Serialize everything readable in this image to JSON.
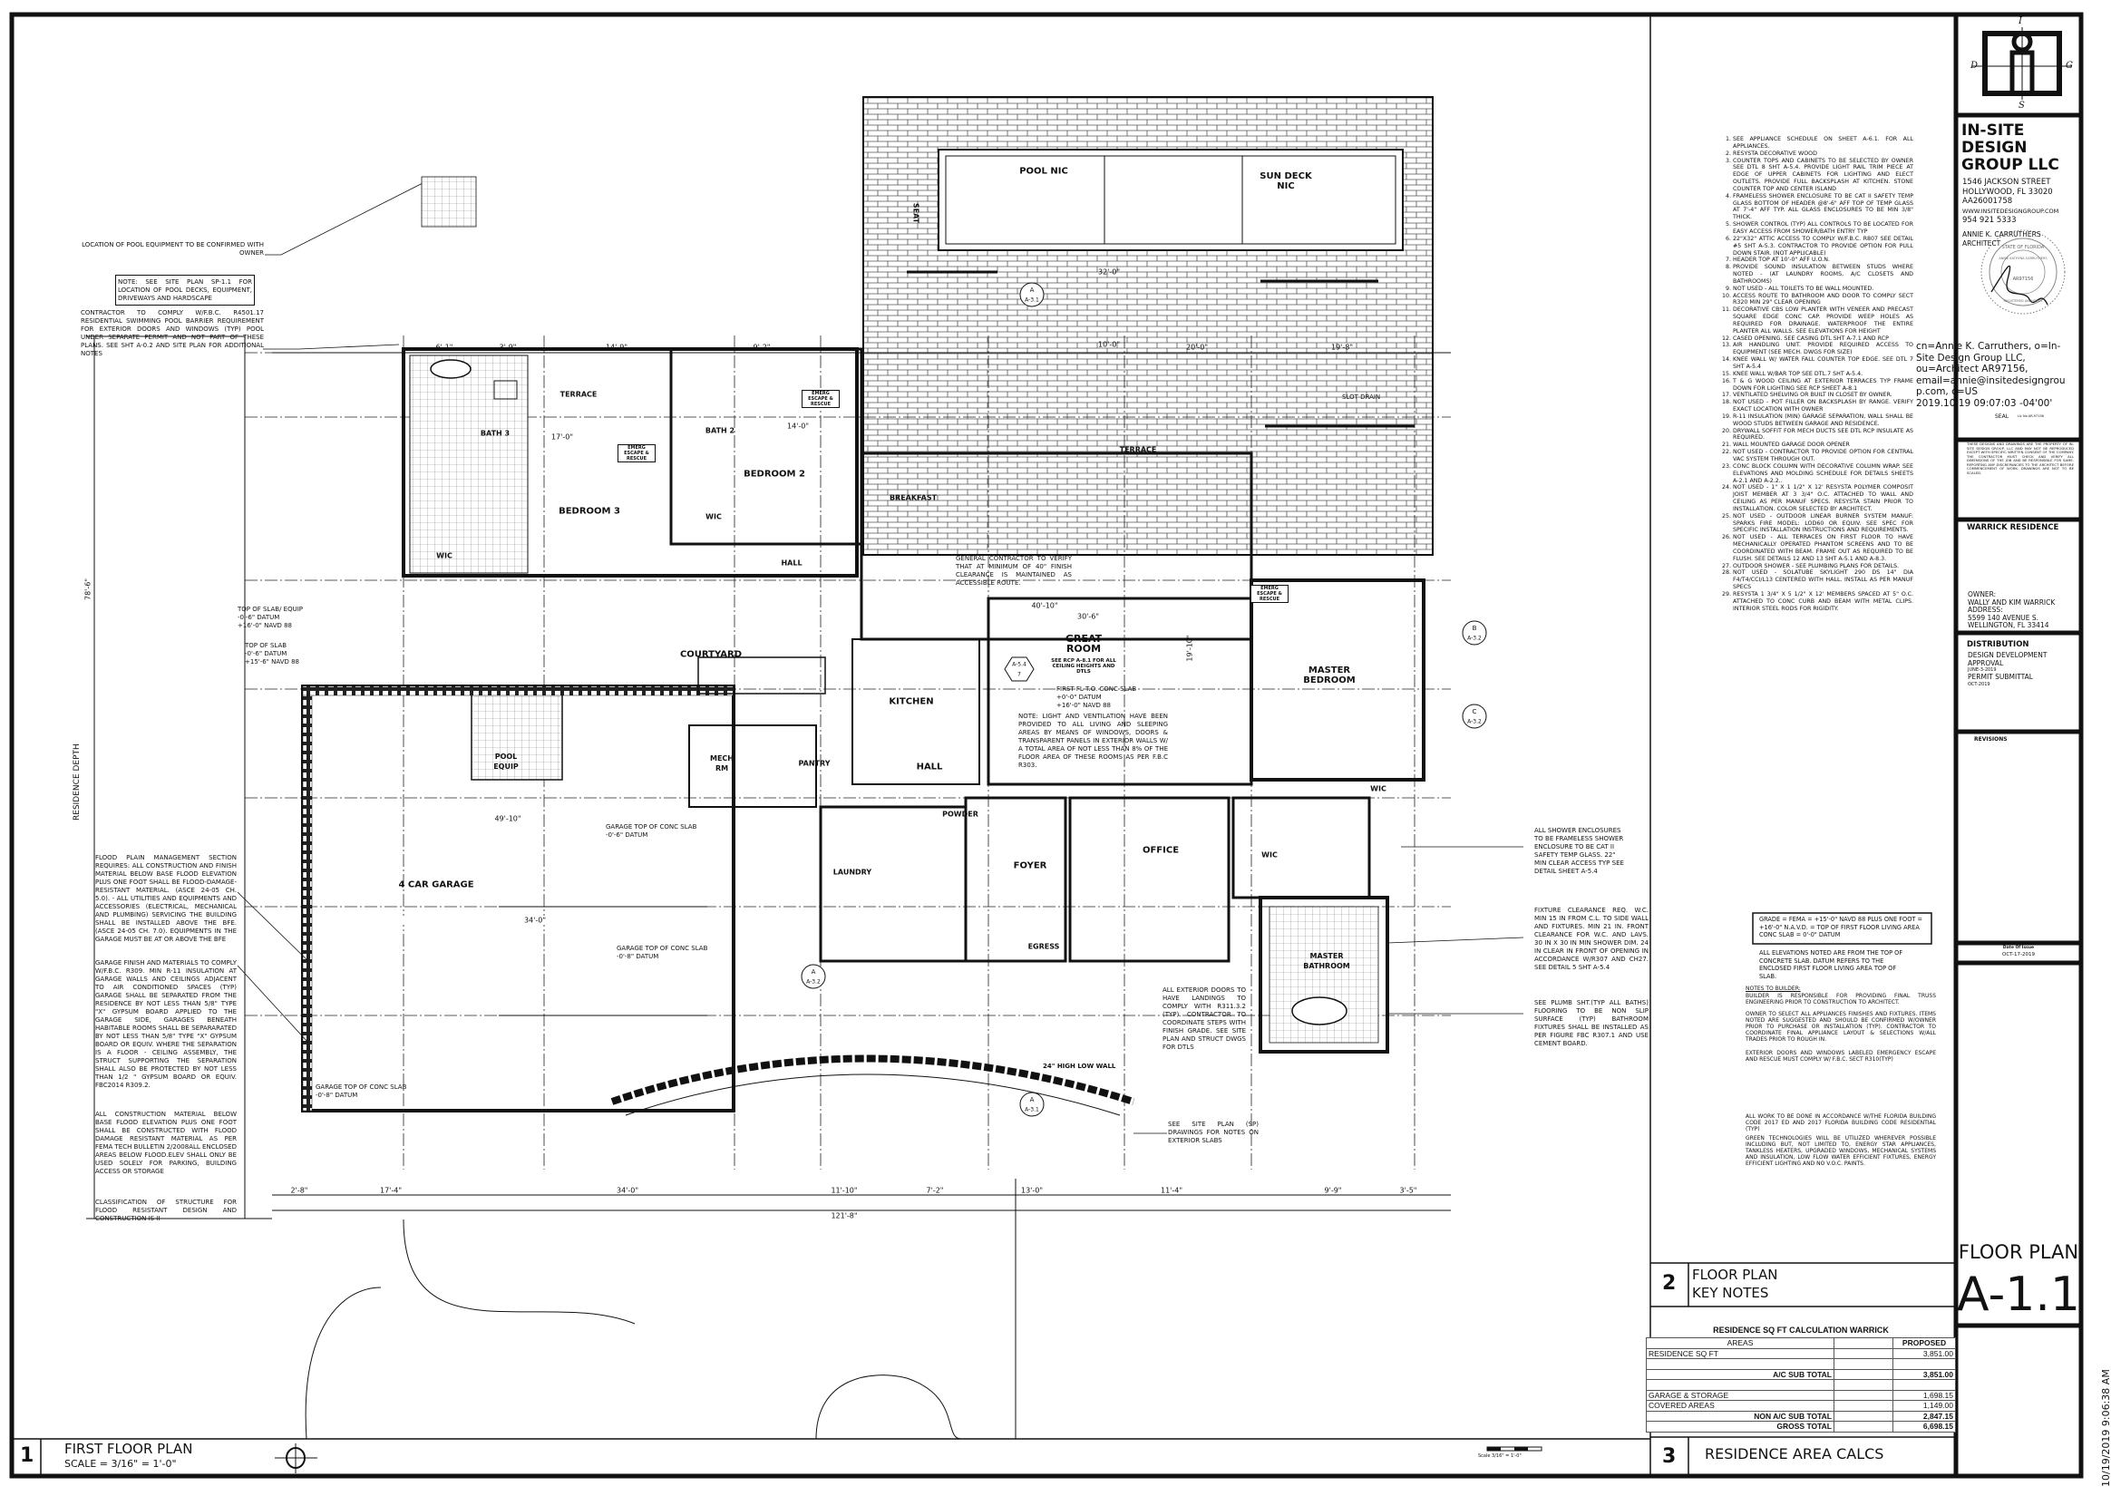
{
  "sheet": {
    "drawing_title": "FIRST FLOOR PLAN",
    "drawing_number": "1",
    "scale": "SCALE = 3/16\" = 1'-0\"",
    "key_notes_number": "2",
    "key_notes_title_1": "FLOOR PLAN",
    "key_notes_title_2": "KEY NOTES",
    "area_calcs_number": "3",
    "area_calcs_title": "RESIDENCE AREA CALCS",
    "timestamp": "10/19/2019 9:06:38 AM",
    "scale_bar_label": "Scale 3/16\" = 1'-0\""
  },
  "title_block": {
    "logo_letters": {
      "top": "I",
      "left": "D",
      "right": "G",
      "bottom": "S"
    },
    "firm_name": [
      "IN-SITE",
      "DESIGN",
      "GROUP LLC"
    ],
    "address_1": "1546 JACKSON STREET",
    "address_2": "HOLLYWOOD, FL 33020",
    "license": "AA26001758",
    "website": "WWW.INSITEDESIGNGROUP.COM",
    "phone": "954 921 5333",
    "architect_1": "ANNIE K. CARRUTHERS",
    "architect_2": "ARCHITECT",
    "seal_state": "STATE OF FLORIDA",
    "seal_name": "ANNIE KATHYNA CARRUTHERS",
    "seal_number": "AR97156",
    "seal_bottom": "REGISTERED ARCHITECT",
    "seal_label": "SEAL",
    "seal_lic": "Lic No AR-97156",
    "digital_signature": [
      "cn=Annie K. Carruthers, o=In-",
      "Site Design Group LLC,",
      "ou=Architect AR97156,",
      "email=annie@insitedesigngrou",
      "p.com, c=US",
      "2019.10.19 09:07:03 -04'00'"
    ],
    "disclaimer": "These designs and drawings are the property of In-Site Design Group, LLC and may not be reproduced except with specific written consent of the company. The contractor must check and verify all dimensions of the job and be responsible for same. Reporting any discrepancies to the architect before commencement of work. Drawings are not to be scaled.",
    "project": "WARRICK RESIDENCE",
    "owner_label": "OWNER:",
    "owner": "WALLY AND KIM WARRICK",
    "address_label": "ADDRESS:",
    "project_address_1": "5599 140 AVENUE S.",
    "project_address_2": "WELLINGTON, FL 33414",
    "distribution_label": "DISTRIBUTION",
    "distribution": [
      {
        "label": "DESIGN DEVELOPMENT APPROVAL",
        "date": "JUNE-3-2019"
      },
      {
        "label": "PERMIT SUBMITTAL",
        "date": "OCT-2019"
      }
    ],
    "revisions_label": "REVISIONS",
    "date_of_issue_label": "Date Of Issue",
    "date_of_issue": "OCT-17-2019",
    "sheet_title": "FLOOR PLAN",
    "sheet_number": "A-1.1"
  },
  "key_notes": [
    "SEE APPLIANCE SCHEDULE ON SHEET A-6.1. FOR ALL APPLIANCES.",
    "RESYSTA DECORATIVE WOOD",
    "COUNTER TOPS AND CABINETS TO BE SELECTED BY OWNER SEE DTL 8 SHT A-5.4. PROVIDE LIGHT RAIL TRIM PIECE AT EDGE OF UPPER CABINETS FOR LIGHTING AND ELECT OUTLETS. PROVIDE FULL BACKSPLASH AT KITCHEN. STONE COUNTER TOP AND CENTER ISLAND",
    "FRAMELESS SHOWER ENCLOSURE TO BE CAT II SAFETY TEMP GLASS BOTTOM OF HEADER @8'-6\" AFF TOP OF TEMP GLASS AT 7'-4\" AFF TYP. ALL GLASS ENCLOSURES TO BE MIN 3/8\" THICK.",
    "SHOWER CONTROL (TYP) ALL CONTROLS TO BE LOCATED FOR EASY ACCESS FROM SHOWER/BATH ENTRY TYP",
    "22\"X32\" ATTIC ACCESS TO COMPLY W/F.B.C. R807 SEE DETAIL #5 SHT A-5.3. CONTRACTOR TO PROVIDE OPTION FOR PULL DOWN STAIR. (NOT APPLICABLE)",
    "HEADER TOP AT 10'-0\" AFF U.O.N.",
    "PROVIDE SOUND INSULATION BETWEEN STUDS WHERE NOTED - (AT LAUNDRY ROOMS, A/C CLOSETS AND BATHROOMS)",
    "NOT USED - ALL TOILETS TO BE WALL MOUNTED.",
    "ACCESS ROUTE TO BATHROOM AND DOOR TO COMPLY SECT R320 MIN 29\" CLEAR OPENING",
    "DECORATIVE CBS LOW PLANTER WITH VENEER AND PRECAST SQUARE EDGE CONC CAP. PROVIDE WEEP HOLES AS REQUIRED FOR DRAINAGE. WATERPROOF THE ENTIRE PLANTER ALL WALLS. SEE ELEVATIONS FOR HEIGHT",
    "CASED OPENING. SEE CASING DTL SHT A-7.1 AND RCP",
    "AIR HANDLING UNIT. PROVIDE REQUIRED ACCESS TO EQUIPMENT (SEE MECH. DWGS FOR SIZE)",
    "KNEE WALL W/ WATER FALL COUNTER TOP EDGE. SEE DTL 7 SHT A-5.4",
    "KNEE WALL W/BAR TOP SEE DTL.7 SHT A-5.4.",
    "T & G WOOD CEILING AT EXTERIOR TERRACES TYP FRAME DOWN FOR LIGHTING SEE RCP SHEET A-8.1",
    "VENTILATED SHELVING OR BUILT IN CLOSET BY OWNER.",
    "NOT USED - POT FILLER ON BACKSPLASH BY RANGE. VERIFY EXACT LOCATION WITH OWNER",
    "R-11 INSULATION (MIN) GARAGE SEPARATION, WALL SHALL BE WOOD STUDS BETWEEN GARAGE AND RESIDENCE.",
    "DRYWALL SOFFIT FOR MECH DUCTS SEE DTL RCP INSULATE AS REQUIRED.",
    "WALL MOUNTED GARAGE DOOR OPENER",
    "NOT USED - CONTRACTOR TO PROVIDE OPTION FOR CENTRAL VAC SYSTEM THROUGH OUT.",
    "CONC BLOCK COLUMN WITH DECORATIVE COLUMN WRAP. SEE ELEVATIONS AND MOLDING SCHEDULE FOR DETAILS SHEETS A-2.1 AND A-2.2..",
    "NOT USED - 1\" X 1 1/2\" X 12' RESYSTA POLYMER COMPOSIT JOIST MEMBER AT 3 3/4\" O.C. ATTACHED TO WALL AND CEILING AS PER MANUF SPECS. RESYSTA STAIN PRIOR TO INSTALLATION. COLOR SELECTED BY ARCHITECT.",
    "NOT USED - OUTDOOR LINEAR BURNER SYSTEM MANUF: SPARKS FIRE MODEL: LOD60 OR EQUIV. SEE SPEC FOR SPECIFIC INSTALLATION INSTRUCTIONS AND REQUIREMENTS.",
    "NOT USED - ALL TERRACES ON FIRST FLOOR TO HAVE MECHANICALLY OPERATED PHANTOM SCREENS AND TO BE COORDINATED WITH BEAM. FRAME OUT AS REQUIRED TO BE FLUSH. SEE DETAILS 12 AND 13 SHT A-5.1 AND A-8.3.",
    "OUTDOOR SHOWER - SEE PLUMBING PLANS FOR DETAILS.",
    "NOT USED - SOLATUBE SKYLIGHT 290 DS 14\" DIA F4/T4/CCI/L13 CENTERED WITH HALL. INSTALL AS PER MANUF SPECS",
    "RESYSTA 1 3/4\" X 5 1/2\" X 12' MEMBERS SPACED AT 5\" O.C. ATTACHED TO CONC CURB AND BEAM WITH METAL CLIPS. INTERIOR STEEL RODS FOR RIGIDITY."
  ],
  "general_notes": {
    "datum_box": "GRADE = FEMA = +15'-0\" NAVD 88 PLUS ONE FOOT = +16'-0\" N.A.V.D. = TOP OF FIRST FLOOR LIVING AREA CONC SLAB = 0'-0\" DATUM",
    "elevations": "ALL ELEVATIONS NOTED ARE FROM THE TOP OF CONCRETE SLAB. DATUM REFERS TO THE ENCLOSED FIRST FLOOR LIVING AREA TOP OF SLAB.",
    "builder_heading": "NOTES TO BUILDER:",
    "builder_1": "BUILDER IS RESPONSIBLE FOR PROVIDING FINAL TRUSS ENGINEERING PRIOR TO CONSTRUCTION TO ARCHITECT.",
    "builder_2": "OWNER TO SELECT ALL APPLIANCES FINISHES AND FIXTURES. ITEMS NOTED ARE SUGGESTED AND SHOULD BE CONFIRMED W/OWNER PRIOR TO PURCHASE OR INSTALLATION (TYP). CONTRACTOR TO COORDINATE FINAL APPLIANCE LAYOUT & SELECTIONS W/ALL TRADES PRIOR TO ROUGH IN.",
    "builder_3": "EXTERIOR DOORS AND WINDOWS LABELED EMERGENCY ESCAPE AND RESCUE MUST COMPLY W/ F.B.C. SECT R310(TYP)",
    "code": "ALL WORK TO BE DONE IN ACCORDANCE W/THE FLORIDA BUILDING CODE 2017 ED AND 2017 FLORIDA BUILDING CODE RESIDENTIAL (TYP)",
    "green": "GREEN TECHNOLOGIES WILL BE UTILIZED WHEREVER POSSIBLE INCLUDING BUT, NOT LIMITED TO, ENERGY STAR APPLIANCES, TANKLESS HEATERS, UPGRADED WINDOWS, MECHANICAL SYSTEMS AND INSULATION, LOW FLOW WATER EFFICIENT FIXTURES, ENERGY EFFICIENT LIGHTING AND NO V.O.C. PAINTS."
  },
  "plan_notes": {
    "pool_equipment": "LOCATION OF POOL EQUIPMENT TO BE CONFIRMED WITH OWNER",
    "site_plan_box": "NOTE: SEE SITE PLAN SP-1.1 FOR LOCATION OF POOL DECKS, EQUIPMENT, DRIVEWAYS AND HARDSCAPE",
    "pool_barrier": "CONTRACTOR TO COMPLY W/F.B.C. R4501.17 RESIDENTIAL SWIMMING POOL BARRIER REQUIREMENT FOR EXTERIOR DOORS AND WINDOWS (TYP) POOL UNDER SEPARATE PERMIT AND NOT PART OF THESE PLANS. SEE SHT A-0.2 AND SITE PLAN FOR ADDITIONAL NOTES",
    "flood_plain": "FLOOD PLAIN MANAGEMENT SECTION REQUIRES: ALL CONSTRUCTION AND FINISH MATERIAL BELOW BASE FLOOD ELEVATION PLUS ONE FOOT SHALL BE FLOOD-DAMAGE- RESISTANT MATERIAL. (ASCE 24-05 CH. 5.0). - ALL UTILITIES AND EQUIPMENTS AND ACCESSORIES (ELECTRICAL, MECHANICAL AND PLUMBING) SERVICING THE BUILDING SHALL BE INSTALLED ABOVE THE BFE. (ASCE 24-05 CH. 7.0). EQUIPMENTS IN THE GARAGE MUST BE AT OR ABOVE THE BFE",
    "garage_finish": "GARAGE FINISH AND MATERIALS TO COMPLY W/F.B.C. R309. MIN R-11 INSULATION AT GARAGE WALLS AND CEILINGS ADJACENT TO AIR CONDITIONED SPACES (TYP) GARAGE SHALL BE SEPARATED FROM THE RESIDENCE BY NOT LESS THAN 5/8\" TYPE \"X\" GYPSUM BOARD APPLIED TO THE GARAGE SIDE, GARAGES BENEATH HABITABLE ROOMS SHALL BE SEPARARATED BY NOT LESS THAN 5/8\" TYPE \"X\" GYPSUM BOARD OR EQUIV. WHERE THE SEPARATION IS A FLOOR - CEILING ASSEMBLY, THE STRUCT SUPPORTING THE SEPARATION SHALL ALSO BE PROTECTED BY NOT LESS THAN 1/2 \" GYPSUM BOARD OR EQUIV. FBC2014 R309.2.",
    "flood_material": "ALL CONSTRUCTION MATERIAL BELOW BASE FLOOD ELEVATION PLUS ONE FOOT SHALL BE CONSTRUCTED WITH FLOOD DAMAGE RESISTANT MATERIAL AS PER FEMA TECH BULLETIN 2/2008ALL ENCLOSED AREAS BELOW FLOOD.ELEV SHALL ONLY BE USED SOLELY FOR PARKING, BUILDING ACCESS OR STORAGE",
    "classification": "CLASSIFICATION OF STRUCTURE FOR FLOOD RESISTANT DESIGN AND CONSTRUCTION IS II",
    "general_contractor": "GENERAL CONTRACTOR TO VERIFY THAT AT MINIMUM OF 40\" FINISH CLEARANCE IS MAINTAINED AS ACCESSIBLE ROUTE.",
    "light_ventilation": "NOTE: LIGHT AND VENTILATION HAVE BEEN PROVIDED TO ALL LIVING AND SLEEPING AREAS BY MEANS OF WINDOWS, DOORS & TRANSPARENT PANELS IN EXTERIOR WALLS W/ A TOTAL AREA OF NOT LESS THAN 8% OF THE FLOOR AREA OF THESE ROOMS AS PER F.B.C R303.",
    "slab_datum": [
      "FIRST FL T.O. CONC SLAB",
      "+0'-0\" DATUM",
      "+16'-0\" NAVD 88"
    ],
    "equip_slab": [
      "TOP OF SLAB/ EQUIP",
      "-0'-6\" DATUM",
      "+16'-0\" NAVD 88"
    ],
    "terrace_slab": [
      "TOP OF SLAB",
      "-0'-6\" DATUM",
      "+15'-6\" NAVD 88"
    ],
    "garage_slab_1": [
      "GARAGE TOP OF CONC SLAB",
      "-0'-6\" DATUM"
    ],
    "garage_slab_2": [
      "GARAGE TOP OF CONC SLAB",
      "-0'-8\" DATUM"
    ],
    "garage_slab_3": [
      "GARAGE TOP OF CONC SLAB",
      "-0'-8\" DATUM"
    ],
    "shower": "ALL SHOWER ENCLOSURES TO BE FRAMELESS SHOWER ENCLOSURE TO BE CAT II SAFETY TEMP GLASS. 22\" MIN CLEAR ACCESS TYP SEE DETAIL SHEET A-5.4",
    "fixture": "FIXTURE CLEARANCE REQ. W.C. MIN 15 IN FROM C.L. TO SIDE WALL AND FIXTURES. MIN 21 IN. FRONT CLEARANCE FOR W.C. AND LAVS. 30 IN X 30 IN MIN SHOWER DIM. 24 IN CLEAR IN FRONT OF OPENING IN ACCORDANCE W/R307 AND CH27. SEE DETAIL 5 SHT A-5.4",
    "plumb": "SEE PLUMB SHT.(TYP ALL BATHS) FLOORING TO BE NON SLIP SURFACE (TYP) BATHROOM FIXTURES SHALL BE INSTALLED AS PER FIGURE FBC R307.1 AND USE CEMENT BOARD.",
    "exterior_doors": "ALL EXTERIOR DOORS TO HAVE LANDINGS TO COMPLY WITH R311.3.2 (TYP). CONTRACTOR TO COORDINATE STEPS WITH FINISH GRADE. SEE SITE PLAN AND STRUCT DWGS FOR DTLS",
    "site_slabs": "SEE SITE PLAN (SP) DRAWINGS FOR NOTES ON EXTERIOR SLABS",
    "residence_depth": "RESIDENCE DEPTH",
    "low_wall": "24\" HIGH LOW WALL",
    "slot_drain": "SLOT DRAIN"
  },
  "rooms": [
    {
      "label": "POOL NIC"
    },
    {
      "label": "SUN DECK NIC"
    },
    {
      "label": "TERRACE"
    },
    {
      "label": "BATH 3"
    },
    {
      "label": "BEDROOM 3"
    },
    {
      "label": "WIC"
    },
    {
      "label": "BATH 2"
    },
    {
      "label": "BEDROOM 2"
    },
    {
      "label": "WIC"
    },
    {
      "label": "HALL"
    },
    {
      "label": "BREAKFAST"
    },
    {
      "label": "TERRACE"
    },
    {
      "label": "GREAT ROOM"
    },
    {
      "label": "SEE RCP A-8.1 FOR ALL CEILING HEIGHTS AND DTLS"
    },
    {
      "label": "COURTYARD"
    },
    {
      "label": "KITCHEN"
    },
    {
      "label": "MASTER BEDROOM"
    },
    {
      "label": "MECH RM"
    },
    {
      "label": "PANTRY"
    },
    {
      "label": "HALL"
    },
    {
      "label": "4 CAR GARAGE"
    },
    {
      "label": "LAUNDRY"
    },
    {
      "label": "POWDER"
    },
    {
      "label": "FOYER"
    },
    {
      "label": "OFFICE"
    },
    {
      "label": "WIC"
    },
    {
      "label": "MASTER BATHROOM"
    },
    {
      "label": "EGRESS"
    },
    {
      "label": "POOL EQUIP"
    },
    {
      "label": "WIC"
    },
    {
      "label": "SEAT"
    },
    {
      "label": "EMERG ESCAPE & RESCUE"
    },
    {
      "label": "EMERG ESCAPE & RESCUE"
    },
    {
      "label": "EMERG ESCAPE & RESCUE"
    }
  ],
  "dimensions": {
    "bottom": [
      "2'-8\"",
      "17'-4\"",
      "34'-0\"",
      "11'-10\"",
      "7'-2\"",
      "13'-0\"",
      "11'-4\"",
      "9'-9\"",
      "3'-5\""
    ],
    "overall": "121'-8\"",
    "top": [
      "6'-1\"",
      "3'-9\"",
      "14'-9\"",
      "9'-2\"",
      "20'-0\"",
      "19'-8\""
    ],
    "depth": "78'-6\"",
    "interior": [
      "40'-10\"",
      "30'-6\"",
      "19'-10\"",
      "17'-0\"",
      "14'-0\"",
      "49'-10\"",
      "34'-0\"",
      "10'-0\"",
      "32'-0\""
    ]
  },
  "section_markers": [
    {
      "top": "A",
      "bottom": "A-3.1"
    },
    {
      "top": "A",
      "bottom": "A-3.2"
    },
    {
      "top": "B",
      "bottom": "A-3.2"
    },
    {
      "top": "C",
      "bottom": "A-3.2"
    },
    {
      "top": "A",
      "bottom": "A-3.1"
    },
    {
      "top": "A-5.4",
      "bottom": "7"
    }
  ],
  "area_calcs": {
    "title": "RESIDENCE SQ FT CALCULATION WARRICK",
    "headers": [
      "AREAS",
      "",
      "PROPOSED"
    ],
    "rows": [
      {
        "label": "RESIDENCE SQ FT",
        "value": "3,851.00",
        "bold": false,
        "align": "left"
      },
      {
        "label": "",
        "value": "",
        "bold": false,
        "align": "left"
      },
      {
        "label": "A/C SUB TOTAL",
        "value": "3,851.00",
        "bold": true,
        "align": "right"
      },
      {
        "label": "",
        "value": "",
        "bold": false,
        "align": "left"
      },
      {
        "label": "GARAGE & STORAGE",
        "value": "1,698.15",
        "bold": false,
        "align": "left"
      },
      {
        "label": "COVERED AREAS",
        "value": "1,149.00",
        "bold": false,
        "align": "left"
      },
      {
        "label": "NON A/C SUB TOTAL",
        "value": "2,847.15",
        "bold": true,
        "align": "right"
      },
      {
        "label": "GROSS TOTAL",
        "value": "6,698.15",
        "bold": true,
        "align": "right"
      }
    ]
  },
  "colors": {
    "ink": "#111111",
    "paper": "#ffffff",
    "hatch": "#555555"
  }
}
